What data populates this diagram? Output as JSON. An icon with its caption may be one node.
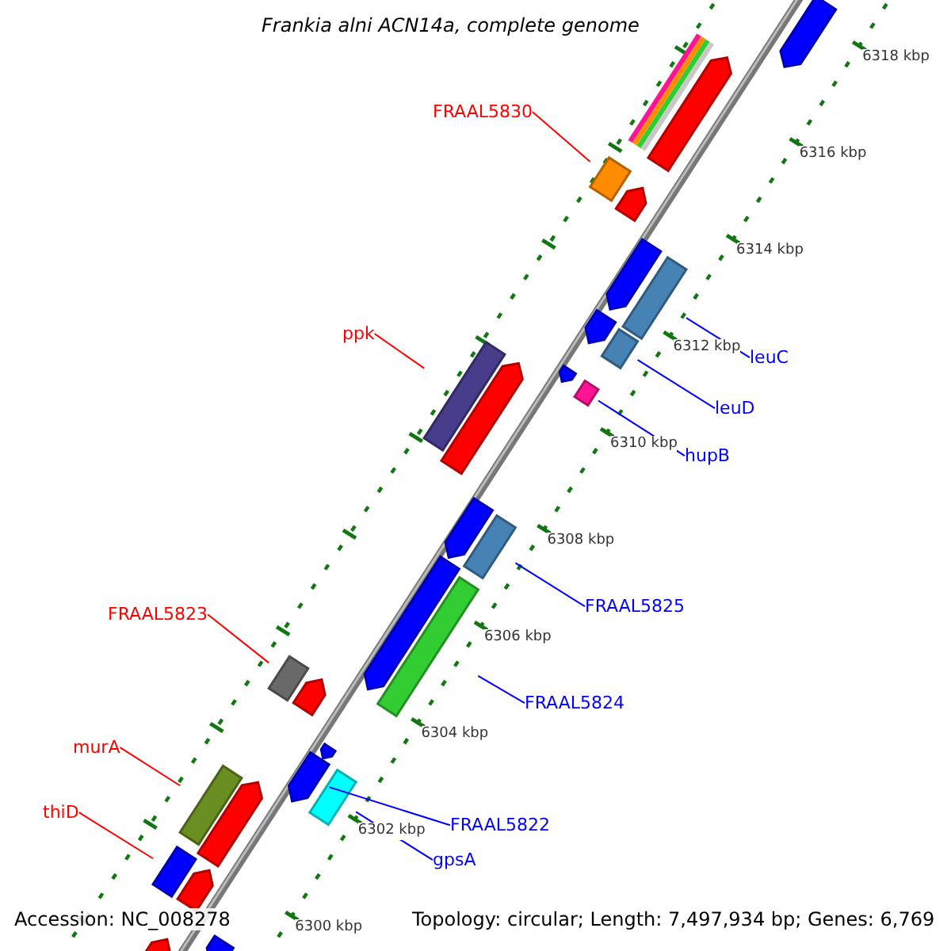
{
  "diagram": {
    "title": "Frankia alni ACN14a, complete genome",
    "nodes": [
      {
        "text": [
          "FRAAL5830"
        ]
      },
      {
        "text": [],
        "shape": "bar"
      },
      {
        "text": [
          "ppk"
        ]
      },
      {
        "text": [],
        "shape": "bar"
      },
      {
        "text": [
          "leuC"
        ]
      },
      {
        "text": [],
        "shape": "bar"
      },
      {
        "text": [
          "leuD"
        ]
      },
      {
        "text": [],
        "shape": "bar"
      },
      {
        "text": [
          "hupB"
        ]
      },
      {
        "text": [],
        "shape": "bar"
      },
      {
        "text": [
          "FRAAL5825"
        ]
      },
      {
        "text": [],
        "shape": "bar"
      },
      {
        "text": [
          "FRAAL5823"
        ]
      },
      {
        "text": [],
        "shape": "bar"
      },
      {
        "text": [
          "FRAAL5824"
        ]
      },
      {
        "text": [],
        "shape": "bar"
      },
      {
        "text": [
          "murA"
        ]
      },
      {
        "text": [],
        "shape": "bar"
      },
      {
        "text": [
          "FRAAL5822"
        ]
      },
      {
        "text": [],
        "shape": "bar"
      },
      {
        "text": [
          "thiD"
        ]
      },
      {
        "text": [],
        "shape": "bar"
      },
      {
        "text": [
          "gpsA"
        ]
      },
      {
        "text": [],
        "shape": "bar"
      },
      {
        "text": [],
        "shape": "bar"
      },
      {
        "text": [],
        "shape": "bar"
      },
      {
        "text": [],
        "shape": "bar"
      },
      {
        "text": [],
        "shape": "bar"
      },
      {
        "text": [],
        "shape": "bar"
      },
      {
        "text": [],
        "shape": "bar"
      },
      {
        "text": [],
        "shape": "bar"
      },
      {
        "text": [],
        "shape": "bar"
      },
      {
        "text": [],
        "shape": "bar"
      },
      {
        "text": [],
        "shape": "bar"
      },
      {
        "text": [],
        "shape": "bar"
      },
      {
        "text": [],
        "shape": "bar"
      },
      {
        "text": [],
        "shape": "bar"
      },
      {
        "text": [],
        "shape": "bar"
      },
      {
        "text": [],
        "shape": "bar"
      },
      {
        "text": [],
        "shape": "bar"
      },
      {
        "text": [],
        "shape": "bar"
      },
      {
        "text": [],
        "shape": "bar"
      },
      {
        "text": [],
        "shape": "bar"
      }
    ],
    "edges": [
      {
        "from": 0,
        "to": 1,
        "arrow": "none",
        "color": "#ff0000"
      },
      {
        "from": 2,
        "to": 3,
        "arrow": "none",
        "color": "#ff0000"
      },
      {
        "from": 4,
        "to": 5,
        "arrow": "none"
      },
      {
        "from": 6,
        "to": 7,
        "arrow": "none"
      },
      {
        "from": 8,
        "to": 9,
        "arrow": "none"
      },
      {
        "from": 10,
        "to": 11,
        "arrow": "none"
      },
      {
        "from": 12,
        "to": 13,
        "arrow": "none",
        "color": "#ff0000"
      },
      {
        "from": 14,
        "to": 15,
        "arrow": "none"
      },
      {
        "from": 16,
        "to": 17,
        "arrow": "none",
        "color": "#ff0000"
      },
      {
        "from": 18,
        "to": 19,
        "arrow": "none"
      },
      {
        "from": 20,
        "to": 21,
        "arrow": "none",
        "color": "#ff0000"
      },
      {
        "from": 22,
        "to": 23,
        "arrow": "none"
      }
    ],
    "labels": [
      "6318 kbp",
      "6316 kbp",
      "6314 kbp",
      "6312 kbp",
      "6310 kbp",
      "6308 kbp",
      "6306 kbp",
      "6304 kbp",
      "6302 kbp",
      "6300 kbp",
      "Accession: NC_008278",
      "Topology: circular; Length: 7,497,934 bp; Genes: 6,769"
    ]
  }
}
